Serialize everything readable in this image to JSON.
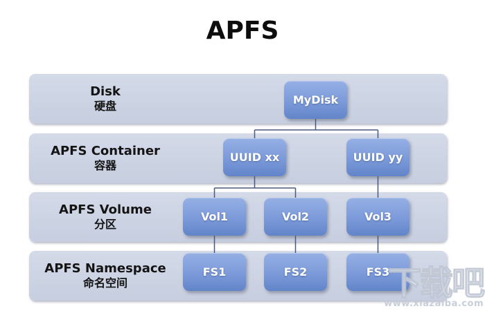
{
  "title": "APFS",
  "colors": {
    "band_fill": "#ccd3e3",
    "node_top": "#96b0e5",
    "node_bottom": "#6285ca",
    "connector": "#47597d",
    "node_text": "#ffffff",
    "label_text": "#141414",
    "background": "#ffffff"
  },
  "rows": [
    {
      "label_en": "Disk",
      "label_zh": "硬盘"
    },
    {
      "label_en": "APFS Container",
      "label_zh": "容器"
    },
    {
      "label_en": "APFS Volume",
      "label_zh": "分区"
    },
    {
      "label_en": "APFS Namespace",
      "label_zh": "命名空间"
    }
  ],
  "nodes": [
    {
      "id": "mydisk",
      "label": "MyDisk"
    },
    {
      "id": "uuid-xx",
      "label": "UUID xx"
    },
    {
      "id": "uuid-yy",
      "label": "UUID yy"
    },
    {
      "id": "vol1",
      "label": "Vol1"
    },
    {
      "id": "vol2",
      "label": "Vol2"
    },
    {
      "id": "vol3",
      "label": "Vol3"
    },
    {
      "id": "fs1",
      "label": "FS1"
    },
    {
      "id": "fs2",
      "label": "FS2"
    },
    {
      "id": "fs3",
      "label": "FS3"
    }
  ],
  "watermark": {
    "brand": "下载吧",
    "url": "www.xiazaiba.com"
  }
}
